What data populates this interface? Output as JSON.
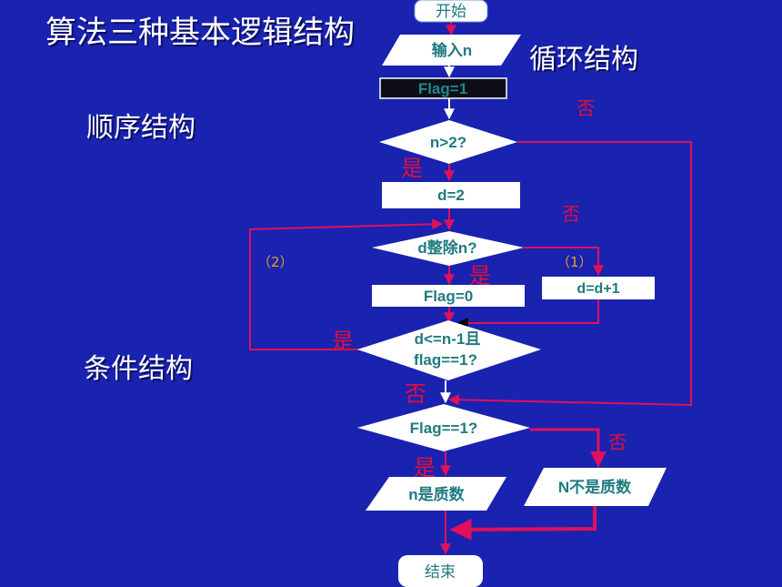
{
  "title": "算法三种基本逻辑结构",
  "structures": {
    "loop": "循环结构",
    "sequence": "顺序结构",
    "condition": "条件结构"
  },
  "nodes": {
    "start": "开始",
    "input": "输入n",
    "flag_init": "Flag=1",
    "cond_n": "n>2?",
    "d_init": "d=2",
    "cond_div": "d整除n?",
    "flag_zero": "Flag=0",
    "d_inc": "d=d+1",
    "cond_loop_1": "d<=n-1且",
    "cond_loop_2": "flag==1?",
    "cond_flag": "Flag==1?",
    "out_prime": "n是质数",
    "out_not_prime": "N不是质数",
    "end": "结束"
  },
  "branch_labels": {
    "yes": "是",
    "no": "否",
    "path_1": "（1）",
    "path_2": "（2）"
  },
  "colors": {
    "background": "#1a22b0",
    "box_fill": "#ffffff",
    "box_text": "#1f7a7f",
    "flow_line": "#e0105a",
    "branch_text": "#e0103a",
    "paren_text": "#e6a020"
  }
}
